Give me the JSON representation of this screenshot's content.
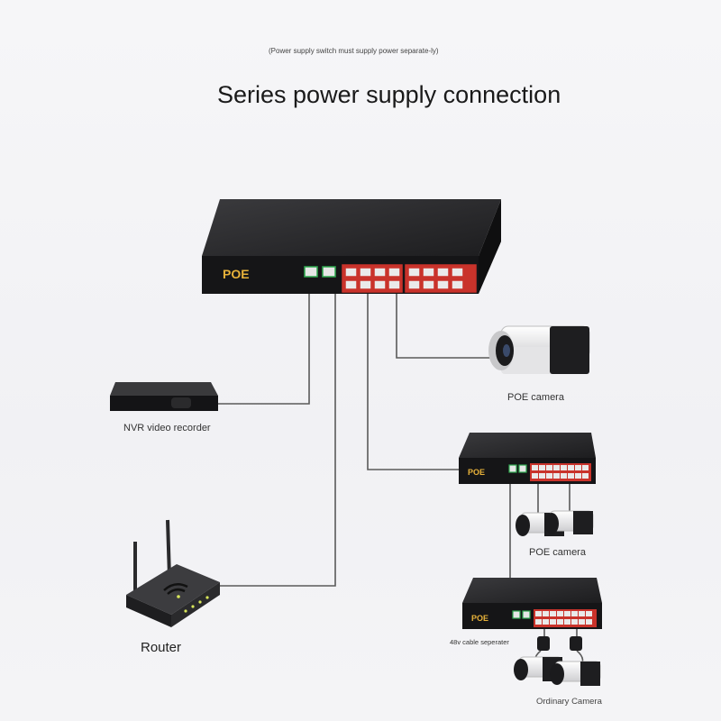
{
  "note": "(Power supply switch must supply power separate-ly)",
  "title": "Series power supply connection",
  "labels": {
    "nvr": "NVR video recorder",
    "poe_camera_1": "POE camera",
    "poe_camera_2": "POE camera",
    "router": "Router",
    "separator": "48v cable seperater",
    "ordinary_camera": "Ordinary Camera"
  },
  "switch_brand": "POE",
  "colors": {
    "cable": "#5a5a5a",
    "switch_body": "#1c1c1e",
    "poe_ports": "#c9332b",
    "uplink_ports": "#2fa84f",
    "logo": "#e8b23a"
  }
}
